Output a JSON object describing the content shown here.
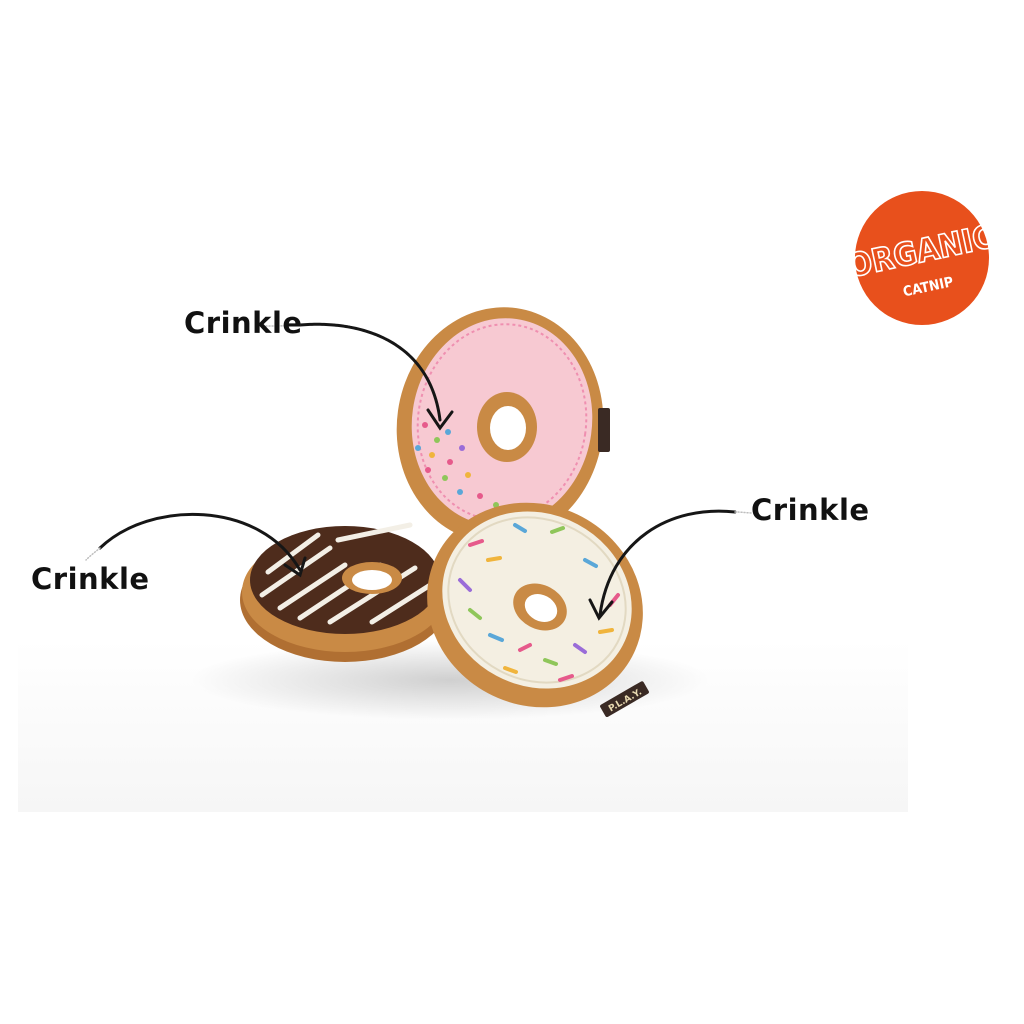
{
  "callouts": {
    "top": "Crinkle",
    "left": "Crinkle",
    "right": "Crinkle"
  },
  "badge": {
    "line1": "ORGANIC",
    "line2": "CATNIP",
    "color": "#e8501c"
  },
  "brand_tag_text": "P.L.A.Y.",
  "colors": {
    "pink_icing": "#f7c9d2",
    "chocolate_icing": "#4e2c1c",
    "vanilla_icing": "#f4efe2",
    "dough": "#c98a45",
    "arrow": "#161616"
  }
}
